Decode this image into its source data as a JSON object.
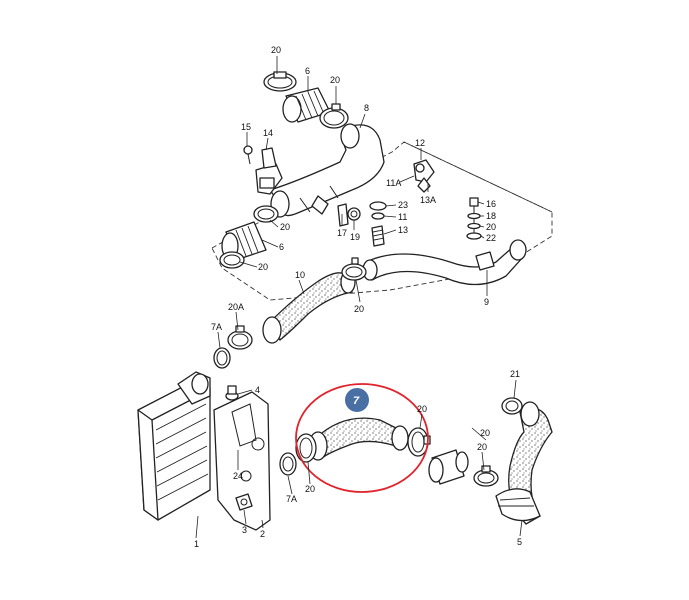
{
  "callouts": [
    {
      "id": "l20a",
      "text": "20"
    },
    {
      "id": "l6a",
      "text": "6"
    },
    {
      "id": "l20b",
      "text": "20"
    },
    {
      "id": "l8",
      "text": "8"
    },
    {
      "id": "l15",
      "text": "15"
    },
    {
      "id": "l14",
      "text": "14"
    },
    {
      "id": "l12",
      "text": "12"
    },
    {
      "id": "l11a",
      "text": "11A"
    },
    {
      "id": "l13a",
      "text": "13A"
    },
    {
      "id": "l23",
      "text": "23"
    },
    {
      "id": "l11",
      "text": "11"
    },
    {
      "id": "l13",
      "text": "13"
    },
    {
      "id": "l17",
      "text": "17"
    },
    {
      "id": "l19",
      "text": "19"
    },
    {
      "id": "l20c",
      "text": "20"
    },
    {
      "id": "l6b",
      "text": "6"
    },
    {
      "id": "l20d",
      "text": "20"
    },
    {
      "id": "l16",
      "text": "16"
    },
    {
      "id": "l18",
      "text": "18"
    },
    {
      "id": "l20e",
      "text": "20"
    },
    {
      "id": "l22",
      "text": "22"
    },
    {
      "id": "l10",
      "text": "10"
    },
    {
      "id": "l9",
      "text": "9"
    },
    {
      "id": "l20f",
      "text": "20"
    },
    {
      "id": "l20A",
      "text": "20A"
    },
    {
      "id": "l7Aa",
      "text": "7A"
    },
    {
      "id": "l4",
      "text": "4"
    },
    {
      "id": "l21",
      "text": "21"
    },
    {
      "id": "l20g",
      "text": "20"
    },
    {
      "id": "l20h",
      "text": "20"
    },
    {
      "id": "l24",
      "text": "24"
    },
    {
      "id": "l7Ab",
      "text": "7A"
    },
    {
      "id": "l20i",
      "text": "20"
    },
    {
      "id": "l20j",
      "text": "20"
    },
    {
      "id": "l1",
      "text": "1"
    },
    {
      "id": "l3",
      "text": "3"
    },
    {
      "id": "l2",
      "text": "2"
    },
    {
      "id": "l5",
      "text": "5"
    }
  ],
  "highlight": {
    "text": "7",
    "color": "#e0232c",
    "badge_color": "#4a6fa5"
  }
}
